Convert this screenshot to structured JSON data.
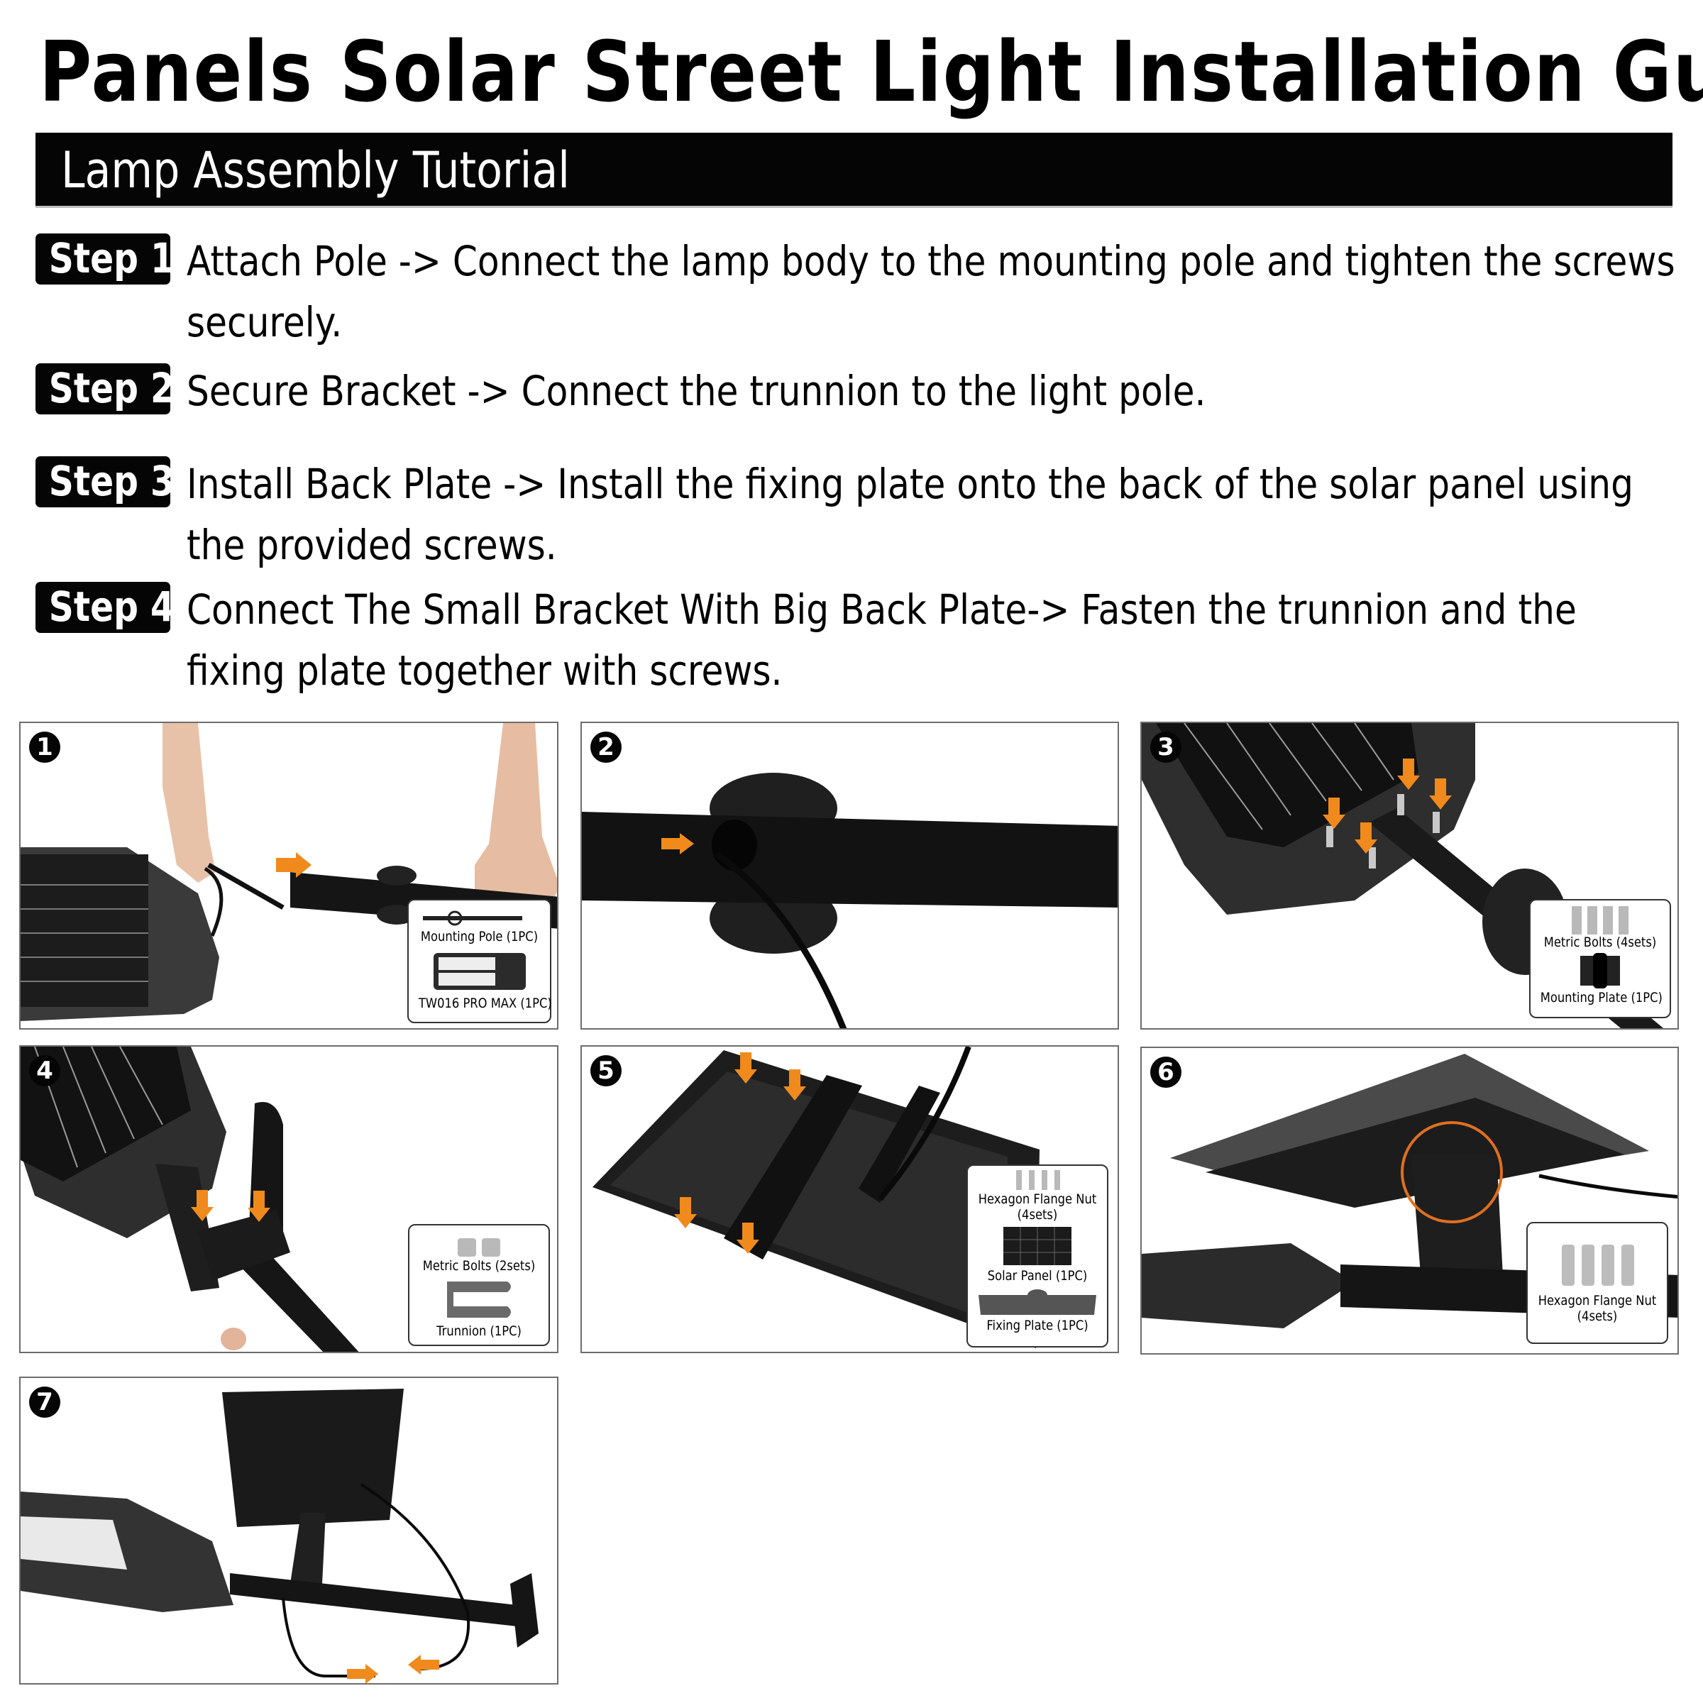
{
  "header": {
    "title": "Panels Solar Street Light Installation Guide",
    "subtitle": "Lamp Assembly Tutorial"
  },
  "steps": [
    {
      "badge": "Step 1:",
      "line1": "Attach Pole -> Connect the lamp body to the mounting pole and tighten the screws",
      "line2": "securely."
    },
    {
      "badge": "Step 2:",
      "line1": "Secure Bracket -> Connect the trunnion to the light pole.",
      "line2": ""
    },
    {
      "badge": "Step 3:",
      "line1": "Install Back Plate -> Install the fixing plate onto the back of the solar panel using",
      "line2": "the provided screws."
    },
    {
      "badge": "Step 4:",
      "line1": "Connect The Small Bracket With Big Back Plate-> Fasten the trunnion and the",
      "line2": "fixing plate together with screws."
    }
  ],
  "panels": [
    {
      "number": "1",
      "parts": [
        "Mounting Pole (1PC)",
        "TW016 PRO MAX (1PC)"
      ]
    },
    {
      "number": "2",
      "parts": []
    },
    {
      "number": "3",
      "parts": [
        "Metric Bolts (4sets)",
        "Mounting Plate (1PC)"
      ]
    },
    {
      "number": "4",
      "parts": [
        "Metric Bolts (2sets)",
        "Trunnion (1PC)"
      ]
    },
    {
      "number": "5",
      "parts": [
        "Hexagon Flange Nut",
        "(4sets)",
        "Solar Panel (1PC)",
        "Fixing Plate (1PC)"
      ]
    },
    {
      "number": "6",
      "parts": [
        "Hexagon Flange Nut",
        "(4sets)"
      ]
    },
    {
      "number": "7",
      "parts": []
    }
  ],
  "colors": {
    "accent_arrow": "#F08A1C",
    "badge_bg": "#050505",
    "panel_border": "#6D6D6D",
    "highlight_circle": "#E07020"
  },
  "icons": [
    "orange-arrow-icon",
    "number-badge-icon",
    "bolt-icon",
    "solar-panel-icon",
    "mounting-pole-icon",
    "lamp-icon",
    "trunnion-icon",
    "fixing-plate-icon",
    "mounting-plate-icon",
    "flange-nut-icon"
  ]
}
